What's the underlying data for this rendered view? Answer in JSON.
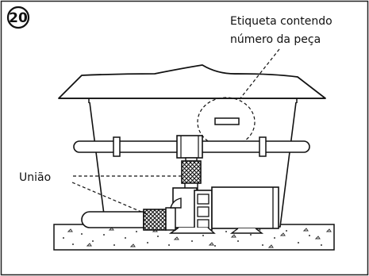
{
  "step_number": "20",
  "labels": {
    "label_line1": "Etiqueta contendo",
    "label_line2": "número da peça",
    "union": "União"
  }
}
